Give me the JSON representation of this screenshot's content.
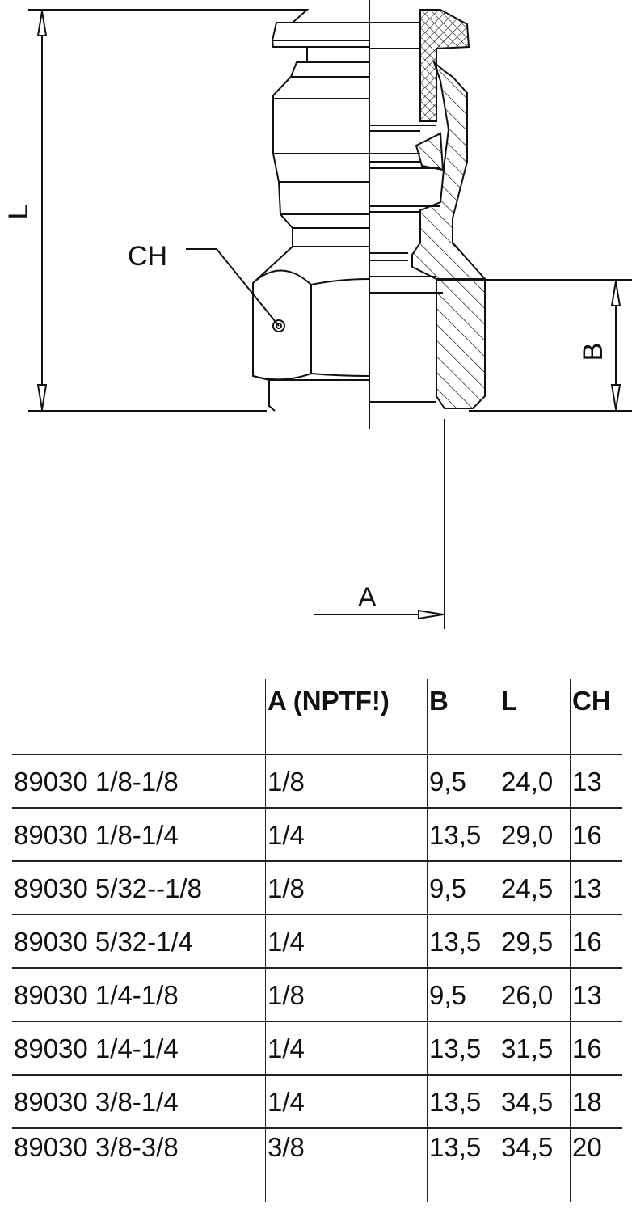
{
  "drawing": {
    "labels": {
      "L": "L",
      "CH": "CH",
      "B": "B",
      "A": "A"
    }
  },
  "table": {
    "headers": [
      "",
      "A (NPTF!)",
      "B",
      "L",
      "CH"
    ],
    "rows": [
      [
        "89030 1/8-1/8",
        "1/8",
        "9,5",
        "24,0",
        "13"
      ],
      [
        "89030 1/8-1/4",
        "1/4",
        "13,5",
        "29,0",
        "16"
      ],
      [
        "89030 5/32--1/8",
        "1/8",
        "9,5",
        "24,5",
        "13"
      ],
      [
        "89030 5/32-1/4",
        "1/4",
        "13,5",
        "29,5",
        "16"
      ],
      [
        "89030 1/4-1/8",
        "1/8",
        "9,5",
        "26,0",
        "13"
      ],
      [
        "89030 1/4-1/4",
        "1/4",
        "13,5",
        "31,5",
        "16"
      ],
      [
        "89030 3/8-1/4",
        "1/4",
        "13,5",
        "34,5",
        "18"
      ],
      [
        "89030 3/8-3/8",
        "3/8",
        "13,5",
        "34,5",
        "20"
      ]
    ]
  }
}
